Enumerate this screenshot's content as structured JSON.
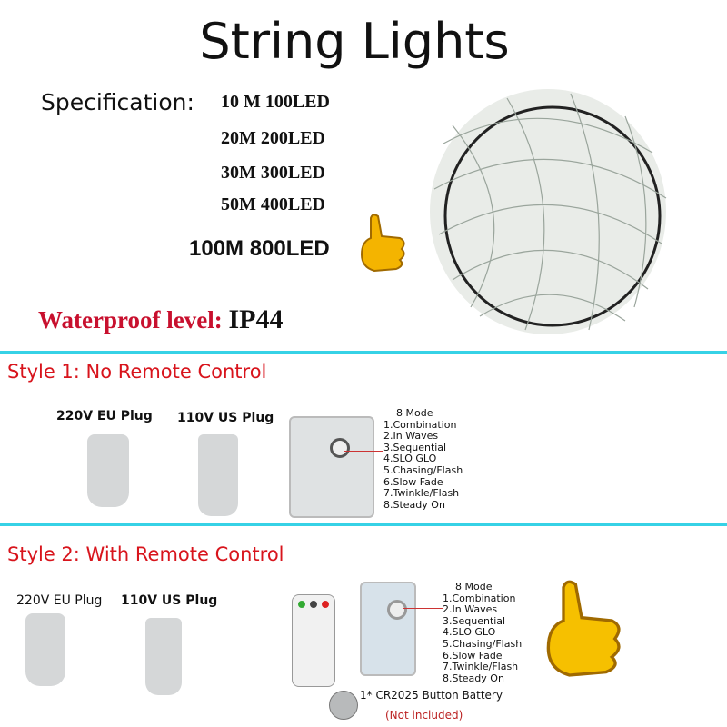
{
  "title": "String Lights",
  "specification": {
    "label": "Specification:",
    "items": [
      "10 M 100LED",
      "20M 200LED",
      "30M 300LED",
      "50M 400LED"
    ],
    "highlight": "100M 800LED"
  },
  "waterproof": {
    "label": "Waterproof level:",
    "value": "IP44"
  },
  "style1": {
    "heading": "Style 1: No Remote Control",
    "plug_eu": "220V EU Plug",
    "plug_us": "110V US Plug",
    "modes_title": "8 Mode",
    "modes": [
      "1.Combination",
      "2.In Waves",
      "3.Sequential",
      "4.SLO GLO",
      "5.Chasing/Flash",
      "6.Slow Fade",
      "7.Twinkle/Flash",
      "8.Steady On"
    ]
  },
  "style2": {
    "heading": "Style 2: With Remote Control",
    "plug_eu": "220V EU Plug",
    "plug_us": "110V US Plug",
    "modes_title": "8 Mode",
    "modes": [
      "1.Combination",
      "2.In Waves",
      "3.Sequential",
      "4.SLO GLO",
      "5.Chasing/Flash",
      "6.Slow Fade",
      "7.Twinkle/Flash",
      "8.Steady On"
    ],
    "battery": "1* CR2025 Button Battery",
    "battery_note": "(Not included)"
  },
  "colors": {
    "accent_red": "#d8141c",
    "divider_cyan": "#36d2e6"
  }
}
